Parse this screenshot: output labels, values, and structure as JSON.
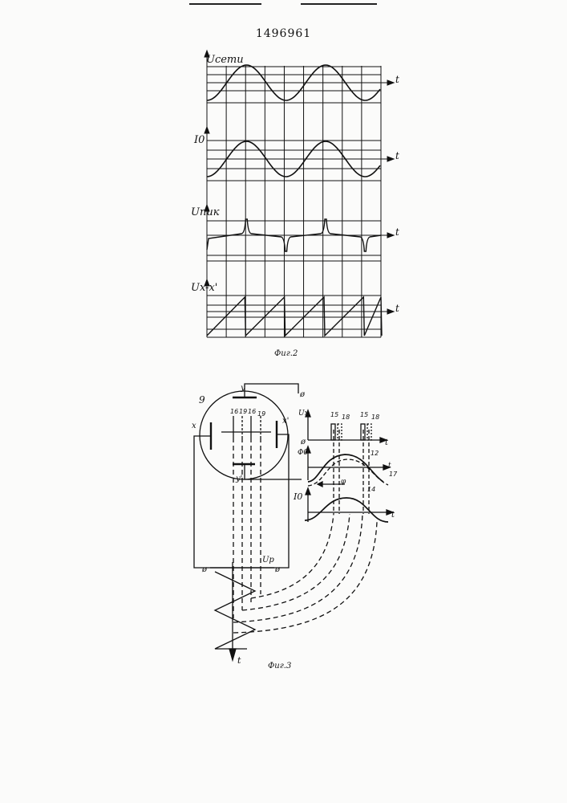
{
  "document": {
    "patent_number": "1496961"
  },
  "figure2": {
    "caption": "Фиг.2",
    "plots": [
      {
        "id": "u-seti",
        "label": "Uсети",
        "axis": "t",
        "wave": "sine"
      },
      {
        "id": "i-0",
        "label": "I0",
        "axis": "t",
        "wave": "sine"
      },
      {
        "id": "u-pik",
        "label": "Uпик",
        "axis": "t",
        "wave": "peaks"
      },
      {
        "id": "u-x",
        "label": "Ux-x'",
        "axis": "t",
        "wave": "sawtooth"
      }
    ]
  },
  "figure3": {
    "caption": "Фиг.3",
    "tube_label": "9",
    "plate_labels": {
      "y_top": "y",
      "y_bottom": "y'",
      "x_left": "x",
      "x_right": "x'"
    },
    "beam_labels": [
      "16",
      "19",
      "16",
      "19"
    ],
    "pulse_axis_label": "Ux",
    "pulse_labels": [
      "15",
      "18",
      "15",
      "18"
    ],
    "flux_axis_label": "Φ0",
    "flux_labels": [
      "12",
      "17",
      "14"
    ],
    "phase_label": "φ",
    "current_axis_label": "I0",
    "sweep_label": "Up",
    "time_label": "t",
    "terminal_symbol": "ø"
  },
  "colors": {
    "ink": "#111111",
    "paper": "#fbfbfa"
  }
}
